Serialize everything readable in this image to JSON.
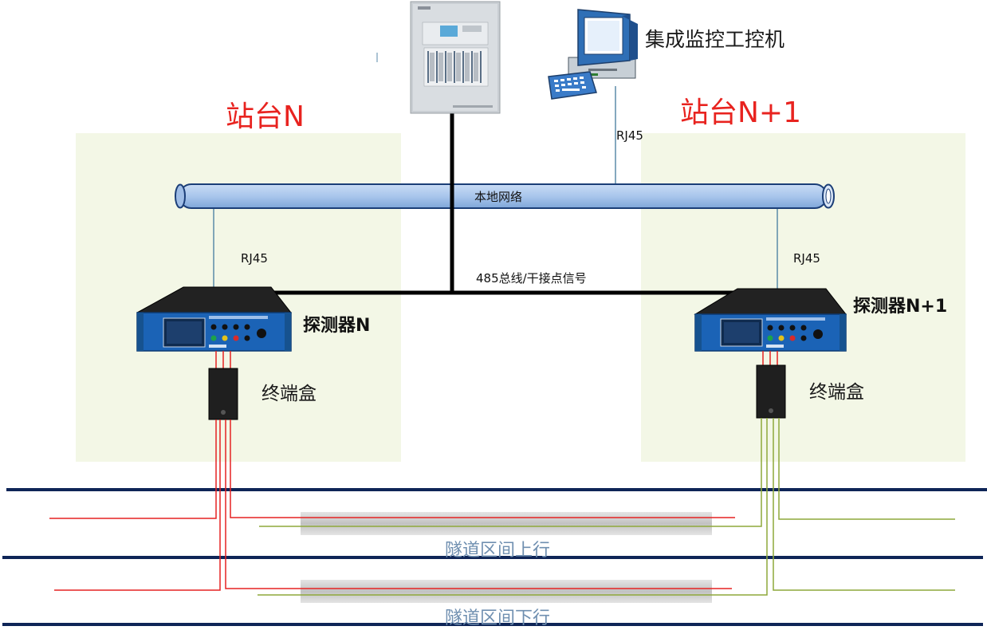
{
  "stations": {
    "left": "站台N",
    "right": "站台N+1"
  },
  "network": {
    "bus_label": "本地网络",
    "signal_label": "485总线/干接点信号",
    "rj45_top": "RJ45",
    "rj45_left": "RJ45",
    "rj45_right": "RJ45"
  },
  "devices": {
    "pc_label": "集成监控工控机",
    "detector_left": "探测器N",
    "detector_right": "探测器N+1",
    "terminal_left": "终端盒",
    "terminal_right": "终端盒"
  },
  "tunnels": {
    "up": "隧道区间上行",
    "down": "隧道区间下行"
  },
  "colors": {
    "station_text": "#e8231f",
    "zone_background": "#f3f7e6",
    "bus_fill": "#a9c6ec",
    "bus_stroke": "#1b3e77",
    "rail": "#0e2557",
    "fiber_red": "#e52222",
    "fiber_green": "#8ea83a",
    "cable_sleeve": "#c6c6c6",
    "rack_blue": "#1b63b6",
    "network_link": "#5a8aa8",
    "signal_line": "#000000"
  }
}
